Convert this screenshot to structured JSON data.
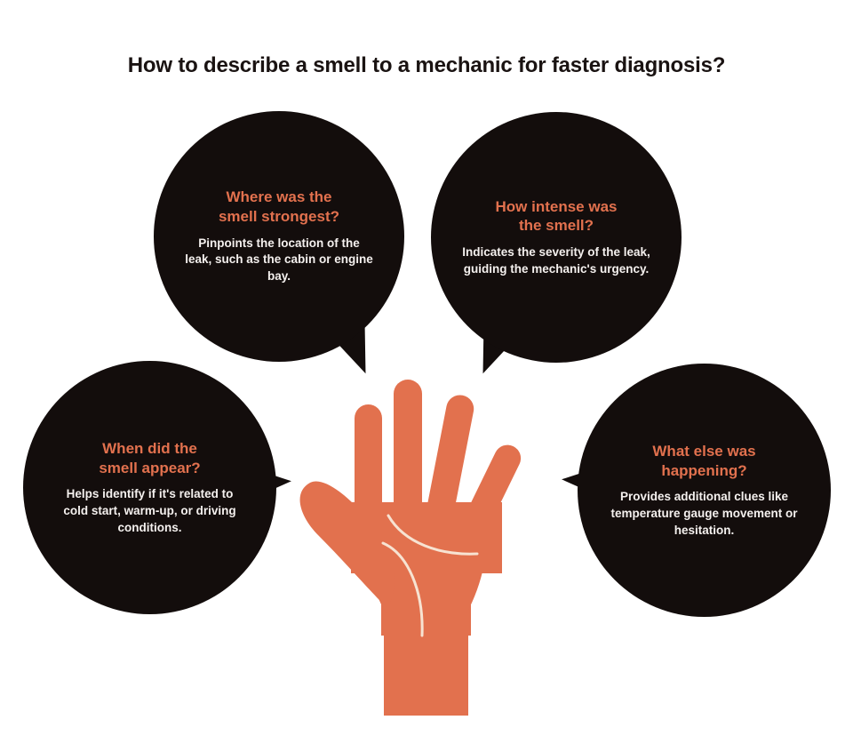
{
  "page": {
    "title": "How to describe a smell to a mechanic for faster diagnosis?",
    "background_color": "#ffffff",
    "accent_color": "#e2714e",
    "bubble_color": "#130d0c",
    "body_text_color": "#f4f0ee",
    "title_color": "#1a1312"
  },
  "center_graphic": {
    "name": "open-hand-illustration",
    "color": "#e2714e",
    "palm_line_color": "#f7e3d2",
    "description": "open palm hand with five fingers and palm creases"
  },
  "bubbles": [
    {
      "id": "where-was-smell-strongest",
      "heading": "Where was the\nsmell strongest?",
      "body": "Pinpoints the location of the leak, such as the cabin or engine bay.",
      "position": "top-left",
      "tail_direction": "down-right"
    },
    {
      "id": "how-intense-was-smell",
      "heading": "How intense was\nthe smell?",
      "body": "Indicates the severity of the leak, guiding the mechanic's urgency.",
      "position": "top-right",
      "tail_direction": "down-left"
    },
    {
      "id": "when-did-smell-appear",
      "heading": "When did the\nsmell appear?",
      "body": "Helps identify if it's related to cold start, warm-up, or driving conditions.",
      "position": "bottom-left",
      "tail_direction": "right"
    },
    {
      "id": "what-else-was-happening",
      "heading": "What else was\nhappening?",
      "body": "Provides additional clues like temperature gauge movement or hesitation.",
      "position": "bottom-right",
      "tail_direction": "left"
    }
  ]
}
